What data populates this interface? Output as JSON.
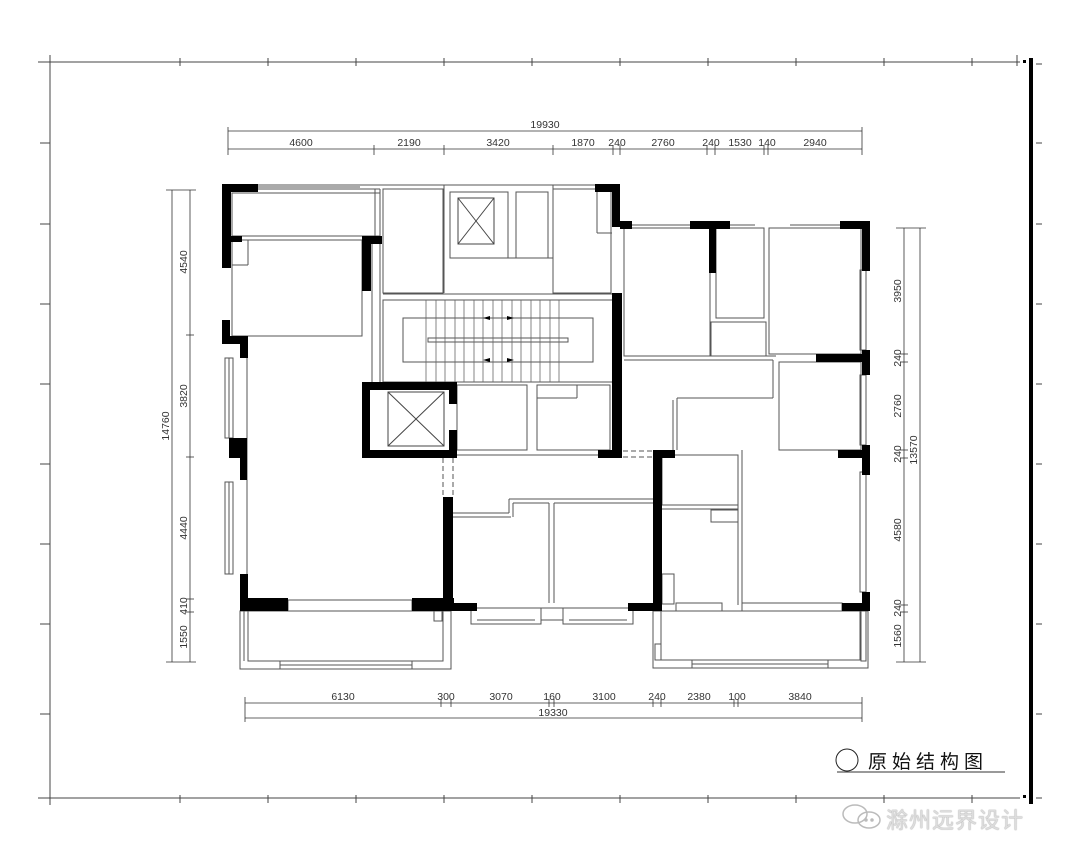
{
  "drawing": {
    "title": "原始结构图",
    "watermark": "滁州远界设计",
    "watermark_icon": "wechat-icon",
    "title_marker_icon": "circle-marker-icon"
  },
  "dimensions": {
    "top": {
      "total": "19930",
      "segments": [
        "4600",
        "2190",
        "3420",
        "1870",
        "240",
        "2760",
        "240",
        "1530",
        "140",
        "2940"
      ]
    },
    "bottom": {
      "total": "19330",
      "segments": [
        "6130",
        "300",
        "3070",
        "160",
        "3100",
        "240",
        "2380",
        "100",
        "3840"
      ]
    },
    "left": {
      "total": "14760",
      "segments": [
        "4540",
        "3820",
        "4440",
        "410",
        "1550"
      ]
    },
    "right": {
      "total": "13570",
      "segments": [
        "3950",
        "240",
        "2760",
        "240",
        "4580",
        "240",
        "1560"
      ]
    }
  },
  "frame": {
    "stroke": "#000000",
    "wall_fill": "#000000",
    "line_color": "#555555",
    "background": "#ffffff"
  }
}
